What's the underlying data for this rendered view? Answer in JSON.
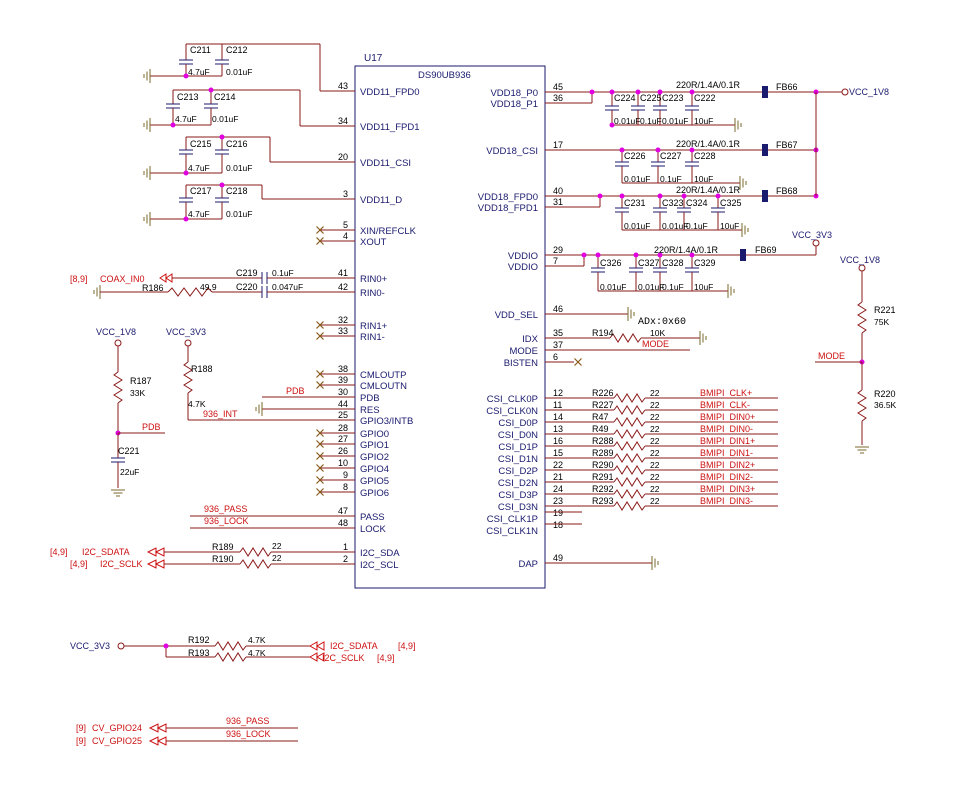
{
  "chip": {
    "ref": "U17",
    "part": "DS90UB936",
    "left_pins": [
      {
        "num": "43",
        "name": "VDD11_FPD0"
      },
      {
        "num": "34",
        "name": "VDD11_FPD1"
      },
      {
        "num": "20",
        "name": "VDD11_CSI"
      },
      {
        "num": "3",
        "name": "VDD11_D"
      },
      {
        "num": "5",
        "name": "XIN/REFCLK"
      },
      {
        "num": "4",
        "name": "XOUT"
      },
      {
        "num": "41",
        "name": "RIN0+"
      },
      {
        "num": "42",
        "name": "RIN0-"
      },
      {
        "num": "32",
        "name": "RIN1+"
      },
      {
        "num": "33",
        "name": "RIN1-"
      },
      {
        "num": "38",
        "name": "CMLOUTP"
      },
      {
        "num": "39",
        "name": "CMLOUTN"
      },
      {
        "num": "30",
        "name": "PDB"
      },
      {
        "num": "44",
        "name": "RES"
      },
      {
        "num": "25",
        "name": "GPIO3/INTB"
      },
      {
        "num": "28",
        "name": "GPIO0"
      },
      {
        "num": "27",
        "name": "GPIO1"
      },
      {
        "num": "26",
        "name": "GPIO2"
      },
      {
        "num": "10",
        "name": "GPIO4"
      },
      {
        "num": "9",
        "name": "GPIO5"
      },
      {
        "num": "8",
        "name": "GPIO6"
      },
      {
        "num": "47",
        "name": "PASS"
      },
      {
        "num": "48",
        "name": "LOCK"
      },
      {
        "num": "1",
        "name": "I2C_SDA"
      },
      {
        "num": "2",
        "name": "I2C_SCL"
      }
    ],
    "right_pins": [
      {
        "num": "45",
        "name": "VDD18_P0"
      },
      {
        "num": "36",
        "name": "VDD18_P1"
      },
      {
        "num": "17",
        "name": "VDD18_CSI"
      },
      {
        "num": "40",
        "name": "VDD18_FPD0"
      },
      {
        "num": "31",
        "name": "VDD18_FPD1"
      },
      {
        "num": "29",
        "name": "VDDIO"
      },
      {
        "num": "7",
        "name": "VDDIO"
      },
      {
        "num": "46",
        "name": "VDD_SEL"
      },
      {
        "num": "35",
        "name": "IDX"
      },
      {
        "num": "37",
        "name": "MODE"
      },
      {
        "num": "6",
        "name": "BISTEN"
      },
      {
        "num": "12",
        "name": "CSI_CLK0P"
      },
      {
        "num": "11",
        "name": "CSI_CLK0N"
      },
      {
        "num": "14",
        "name": "CSI_D0P"
      },
      {
        "num": "13",
        "name": "CSI_D0N"
      },
      {
        "num": "16",
        "name": "CSI_D1P"
      },
      {
        "num": "15",
        "name": "CSI_D1N"
      },
      {
        "num": "22",
        "name": "CSI_D2P"
      },
      {
        "num": "21",
        "name": "CSI_D2N"
      },
      {
        "num": "24",
        "name": "CSI_D3P"
      },
      {
        "num": "23",
        "name": "CSI_D3N"
      },
      {
        "num": "19",
        "name": "CSI_CLK1P"
      },
      {
        "num": "18",
        "name": "CSI_CLK1N"
      },
      {
        "num": "49",
        "name": "DAP"
      }
    ]
  },
  "left_caps": {
    "c211": "C211",
    "c212": "C212",
    "c213": "C213",
    "c214": "C214",
    "c215": "C215",
    "c216": "C216",
    "c217": "C217",
    "c218": "C218",
    "v47": "4.7uF",
    "v01": "0.01uF"
  },
  "rin": {
    "net": "COAX_IN0",
    "ref": "[8,9]",
    "r_ref": "R186",
    "r_val": "49.9",
    "c219": "C219",
    "c219_val": "0.1uF",
    "c220": "C220",
    "c220_val": "0.047uF"
  },
  "pull": {
    "vcc1v8": "VCC_1V8",
    "vcc3v3": "VCC_3V3",
    "r187": "R187",
    "r187_val": "33K",
    "r188": "R188",
    "r188_val": "4.7K",
    "c221": "C221",
    "c221_val": "22uF",
    "pdb": "PDB",
    "pdb2": "PDB",
    "int": "936_INT"
  },
  "status": {
    "pass": "936_PASS",
    "lock": "936_LOCK"
  },
  "i2c": {
    "ref": "[4,9]",
    "sda": "I2C_SDATA",
    "scl": "I2C_SCLK",
    "r189": "R189",
    "r190": "R190",
    "v22": "22"
  },
  "power_right": {
    "ferrite_val": "220R/1.4A/0.1R",
    "fb66": "FB66",
    "fb67": "FB67",
    "fb68": "FB68",
    "fb69": "FB69",
    "vcc1v8": "VCC_1V8",
    "vcc3v3": "VCC_3V3",
    "caps1": [
      "C224",
      "C225",
      "C223",
      "C222"
    ],
    "caps1_vals": [
      "0.01uF",
      "0.1uF",
      "0.01uF",
      "10uF"
    ],
    "caps2": [
      "C226",
      "C227",
      "C228"
    ],
    "caps2_vals": [
      "0.01uF",
      "0.1uF",
      "10uF"
    ],
    "caps3": [
      "C231",
      "C323",
      "C324",
      "C325"
    ],
    "caps3_vals": [
      "0.01uF",
      "0.01uF",
      "0.1uF",
      "10uF"
    ],
    "caps4": [
      "C326",
      "C327",
      "C328",
      "C329"
    ],
    "caps4_vals": [
      "0.01uF",
      "0.01uF",
      "0.1uF",
      "10uF"
    ]
  },
  "mode": {
    "adx": "ADx:0x60",
    "r194": "R194",
    "r194_val": "10K",
    "mode": "MODE",
    "vcc1v8": "VCC_1V8",
    "r221": "R221",
    "r221_val": "75K",
    "r220": "R220",
    "r220_val": "36.5K",
    "mode2": "MODE"
  },
  "csi": {
    "refs": [
      "R226",
      "R227",
      "R47",
      "R49",
      "R288",
      "R289",
      "R290",
      "R291",
      "R292",
      "R293"
    ],
    "val": "22",
    "nets": [
      "BMIPI_CLK+",
      "BMIPI_CLK-",
      "BMIPI_DIN0+",
      "BMIPI_DIN0-",
      "BMIPI_DIN1+",
      "BMIPI_DIN1-",
      "BMIPI_DIN2+",
      "BMIPI_DIN2-",
      "BMIPI_DIN3+",
      "BMIPI_DIN3-"
    ]
  },
  "i2c_pull": {
    "vcc3v3": "VCC_3V3",
    "r192": "R192",
    "r193": "R193",
    "val": "4.7K",
    "sda": "I2C_SDATA",
    "scl": "I2C_SCLK",
    "ref": "[4,9]"
  },
  "gpio": {
    "ref": "[9]",
    "net24": "CV_GPIO24",
    "net25": "CV_GPIO25",
    "pass": "936_PASS",
    "lock": "936_LOCK"
  }
}
